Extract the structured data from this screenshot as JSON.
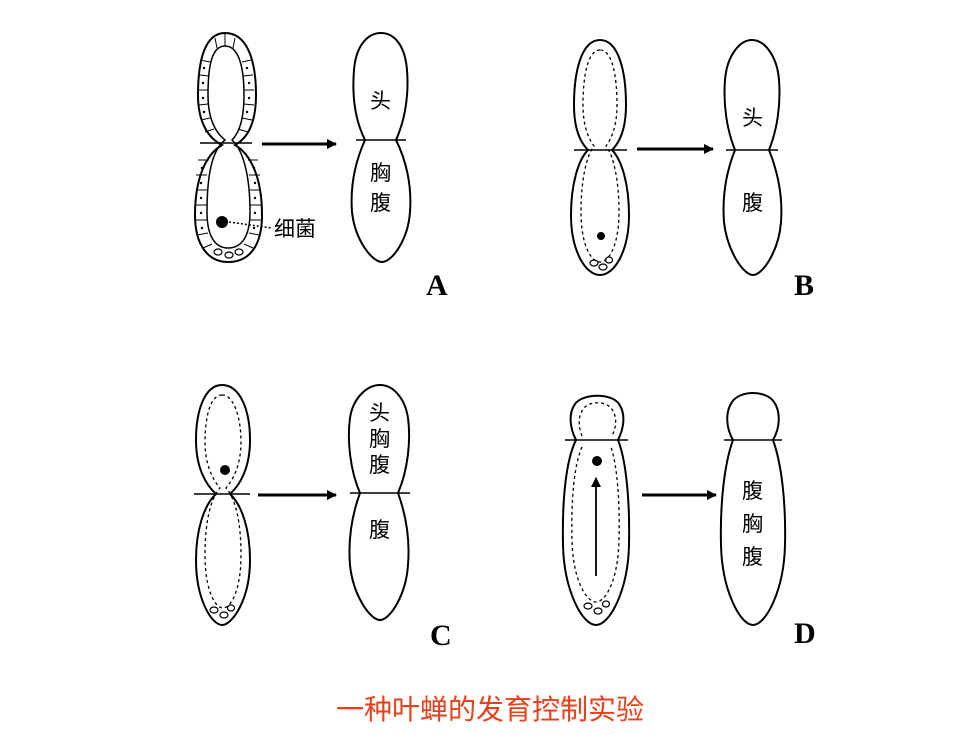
{
  "caption": "一种叶蝉的发育控制实验",
  "colors": {
    "caption": "#e8401a",
    "ink": "#000000",
    "paper": "#ffffff"
  },
  "panels": {
    "A": {
      "letter": "A",
      "adult": {
        "head": "头",
        "thorax": "胸",
        "abdomen": "腹"
      },
      "bacteria_label": "细菌"
    },
    "B": {
      "letter": "B",
      "adult": {
        "head": "头",
        "lower": "腹"
      }
    },
    "C": {
      "letter": "C",
      "adult": {
        "upper1": "头",
        "upper2": "胸",
        "upper3": "腹",
        "lower": "腹"
      }
    },
    "D": {
      "letter": "D",
      "adult": {
        "lower1": "腹",
        "lower2": "胸",
        "lower3": "腹"
      }
    }
  }
}
